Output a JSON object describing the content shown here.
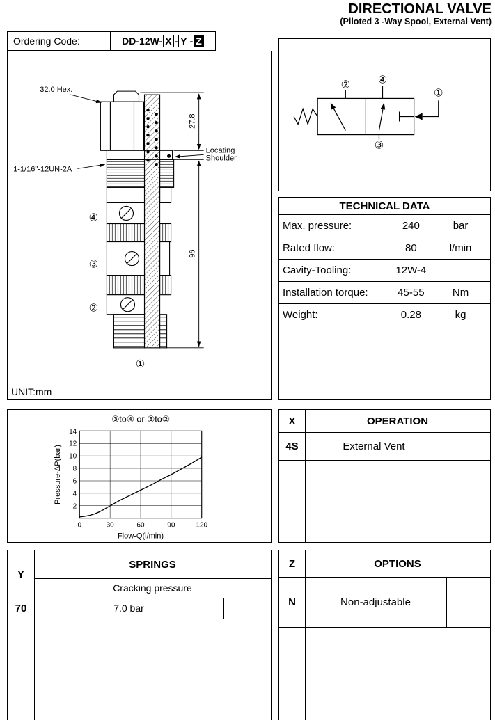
{
  "header": {
    "title": "DIRECTIONAL VALVE",
    "subtitle": "(Piloted 3 -Way Spool, External Vent)"
  },
  "ordering": {
    "label": "Ordering Code:",
    "prefix": "DD-12W-",
    "x": "X",
    "y": "Y",
    "z": "Z",
    "sep": "-"
  },
  "drawing": {
    "hex_label": "32.0 Hex.",
    "thread_label": "1-1/16\"-12UN-2A",
    "dim_height_top": "27.8",
    "dim_height_body": "96",
    "locating_line1": "Locating",
    "locating_line2": "Shoulder",
    "unit": "UNIT:mm",
    "port1": "①",
    "port2": "②",
    "port3": "③",
    "port4": "④"
  },
  "schematic": {
    "port1": "①",
    "port2": "②",
    "port3": "③",
    "port4": "④"
  },
  "technical_data": {
    "title": "TECHNICAL DATA",
    "rows": [
      {
        "label": "Max. pressure:",
        "value": "240",
        "unit": "bar"
      },
      {
        "label": "Rated flow:",
        "value": "80",
        "unit": "l/min"
      },
      {
        "label": "Cavity-Tooling:",
        "value": "12W-4",
        "unit": ""
      },
      {
        "label": "Installation torque:",
        "value": "45-55",
        "unit": "Nm"
      },
      {
        "label": "Weight:",
        "value": "0.28",
        "unit": "kg"
      }
    ]
  },
  "chart_data": {
    "type": "line",
    "title": "③to④  or  ③to②",
    "xlabel": "Flow-Q(l/min)",
    "ylabel": "Pressure-ΔP(bar)",
    "xlim": [
      0,
      120
    ],
    "ylim": [
      0,
      14
    ],
    "xticks": [
      0,
      30,
      60,
      90,
      120
    ],
    "yticks": [
      2,
      4,
      6,
      8,
      10,
      12,
      14
    ],
    "grid": true,
    "legend": "none",
    "series": [
      {
        "name": "3to4 or 3to2 pressure drop",
        "x": [
          0,
          5,
          10,
          15,
          20,
          25,
          30,
          40,
          50,
          60,
          70,
          80,
          90,
          100,
          110,
          120
        ],
        "y": [
          0.2,
          0.3,
          0.45,
          0.7,
          1.05,
          1.5,
          2.0,
          2.9,
          3.7,
          4.5,
          5.3,
          6.2,
          7.0,
          7.9,
          8.8,
          9.8
        ]
      }
    ]
  },
  "operation": {
    "code_header": "X",
    "title": "OPERATION",
    "rows": [
      {
        "code": "4S",
        "value": "External Vent"
      }
    ]
  },
  "springs": {
    "code_header": "Y",
    "title": "SPRINGS",
    "subheader": "Cracking pressure",
    "rows": [
      {
        "code": "70",
        "value": "7.0 bar"
      }
    ]
  },
  "options": {
    "code_header": "Z",
    "title": "OPTIONS",
    "rows": [
      {
        "code": "N",
        "value": "Non-adjustable"
      }
    ]
  }
}
